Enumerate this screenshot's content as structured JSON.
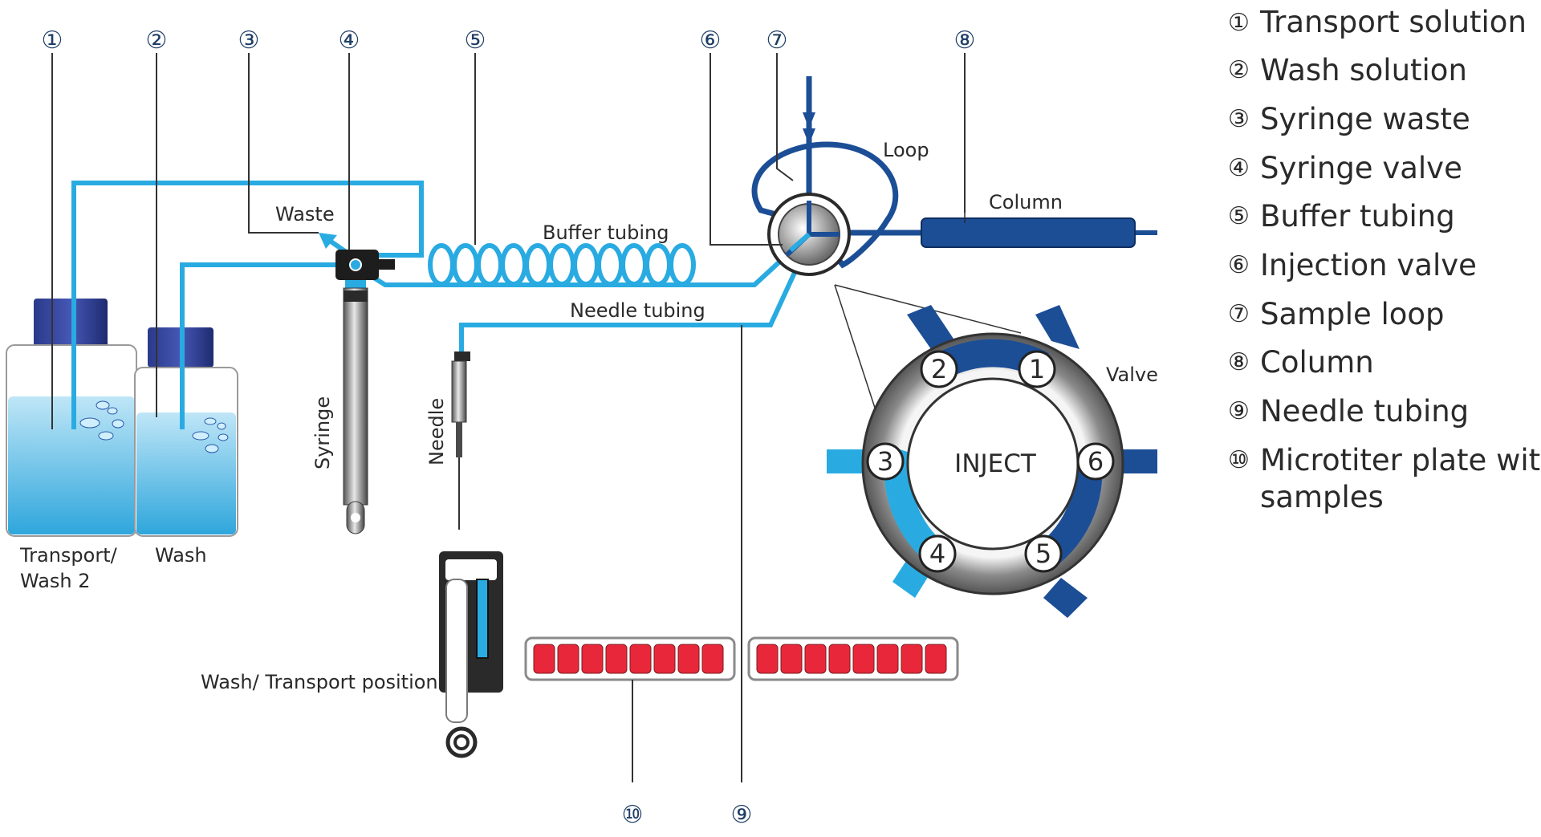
{
  "labels": {
    "waste": "Waste",
    "buffer_tubing": "Buffer tubing",
    "needle_tubing": "Needle tubing",
    "loop": "Loop",
    "column": "Column",
    "valve": "Valve",
    "syringe": "Syringe",
    "needle": "Needle",
    "bottle_transport_line1": "Transport/",
    "bottle_transport_line2": "Wash 2",
    "bottle_wash": "Wash",
    "wash_transport_position": "Wash/ Transport position",
    "inject": "INJECT"
  },
  "callouts": [
    "①",
    "②",
    "③",
    "④",
    "⑤",
    "⑥",
    "⑦",
    "⑧",
    "⑨",
    "⑩"
  ],
  "ports": [
    "1",
    "2",
    "3",
    "4",
    "5",
    "6"
  ],
  "legend": [
    {
      "num": "①",
      "text": "Transport solution"
    },
    {
      "num": "②",
      "text": "Wash solution"
    },
    {
      "num": "③",
      "text": "Syringe waste"
    },
    {
      "num": "④",
      "text": "Syringe valve"
    },
    {
      "num": "⑤",
      "text": "Buffer tubing"
    },
    {
      "num": "⑥",
      "text": "Injection valve"
    },
    {
      "num": "⑦",
      "text": "Sample loop"
    },
    {
      "num": "⑧",
      "text": "Column"
    },
    {
      "num": "⑨",
      "text": "Needle tubing"
    },
    {
      "num": "⑩",
      "text": "Microtiter plate with",
      "text2": "samples"
    }
  ],
  "colors": {
    "light_blue": "#29abe2",
    "dark_blue": "#1c4e96",
    "navy": "#2e3d8f",
    "sample_red": "#e8283a"
  }
}
